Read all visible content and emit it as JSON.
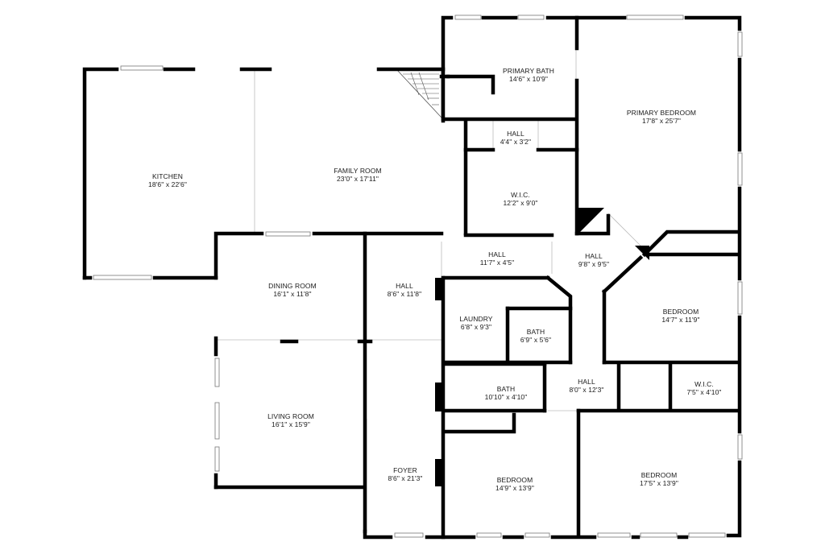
{
  "rooms": [
    {
      "id": "primary-bath",
      "name": "PRIMARY BATH",
      "dims": "14'6\" x 10'9\""
    },
    {
      "id": "primary-bedroom",
      "name": "PRIMARY BEDROOM",
      "dims": "17'8\" x 25'7\""
    },
    {
      "id": "hall-small",
      "name": "HALL",
      "dims": "4'4\" x 3'2\""
    },
    {
      "id": "kitchen",
      "name": "KITCHEN",
      "dims": "18'6\" x 22'6\""
    },
    {
      "id": "family-room",
      "name": "FAMILY ROOM",
      "dims": "23'0\" x 17'11\""
    },
    {
      "id": "wic-primary",
      "name": "W.I.C.",
      "dims": "12'2\" x 9'0\""
    },
    {
      "id": "hall-a",
      "name": "HALL",
      "dims": "11'7\" x 4'5\""
    },
    {
      "id": "hall-b",
      "name": "HALL",
      "dims": "9'8\" x 9'5\""
    },
    {
      "id": "dining-room",
      "name": "DINING ROOM",
      "dims": "16'1\" x 11'8\""
    },
    {
      "id": "hall-c",
      "name": "HALL",
      "dims": "8'6\" x 11'8\""
    },
    {
      "id": "laundry",
      "name": "LAUNDRY",
      "dims": "6'8\" x 9'3\""
    },
    {
      "id": "bath-small",
      "name": "BATH",
      "dims": "6'9\" x 5'6\""
    },
    {
      "id": "bedroom-east",
      "name": "BEDROOM",
      "dims": "14'7\" x 11'9\""
    },
    {
      "id": "bath-hall",
      "name": "BATH",
      "dims": "10'10\" x 4'10\""
    },
    {
      "id": "hall-d",
      "name": "HALL",
      "dims": "8'0\" x 12'3\""
    },
    {
      "id": "wic-east",
      "name": "W.I.C.",
      "dims": "7'5\" x 4'10\""
    },
    {
      "id": "living-room",
      "name": "LIVING ROOM",
      "dims": "16'1\" x 15'9\""
    },
    {
      "id": "foyer",
      "name": "FOYER",
      "dims": "8'6\" x 21'3\""
    },
    {
      "id": "bedroom-south",
      "name": "BEDROOM",
      "dims": "14'9\" x 13'9\""
    },
    {
      "id": "bedroom-southeast",
      "name": "BEDROOM",
      "dims": "17'5\" x 13'9\""
    }
  ]
}
